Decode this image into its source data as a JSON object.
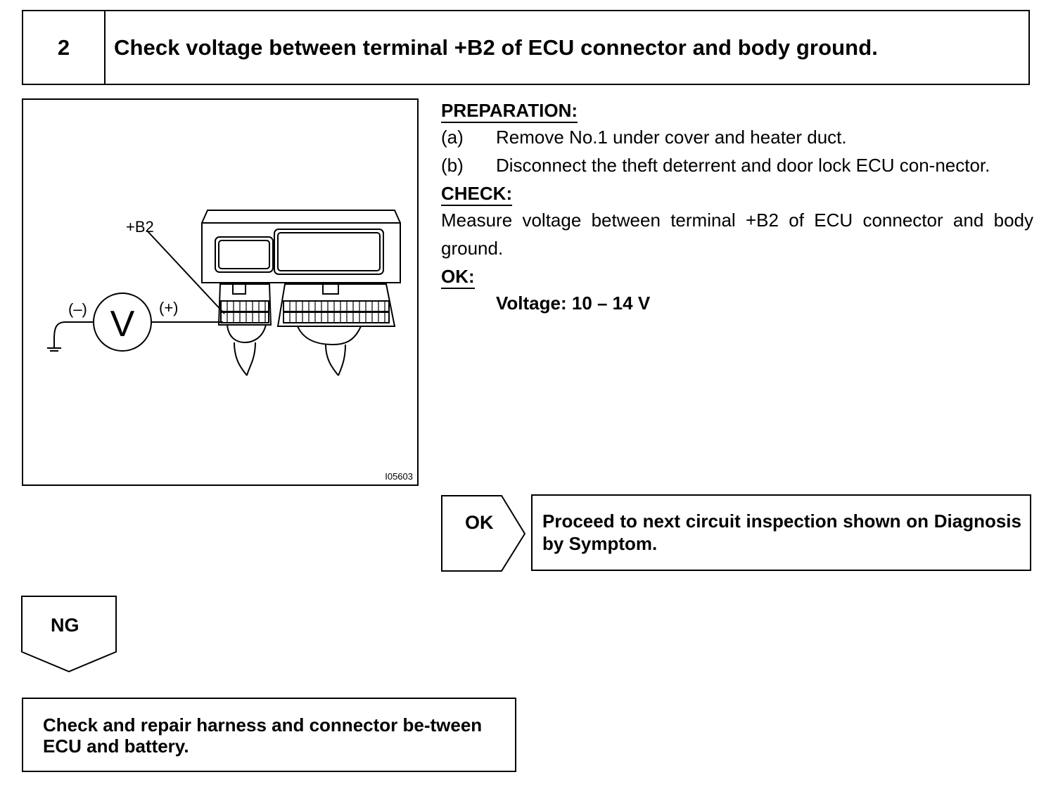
{
  "step": {
    "number": "2",
    "title": "Check voltage between terminal +B2 of ECU connector and body ground."
  },
  "figure": {
    "terminal_label": "+B2",
    "negative_label": "(–)",
    "positive_label": "(+)",
    "meter_symbol": "V",
    "figure_id": "I05603"
  },
  "preparation": {
    "heading": "PREPARATION:",
    "items": [
      {
        "label": "(a)",
        "text": "Remove No.1 under cover and heater duct."
      },
      {
        "label": "(b)",
        "text": "Disconnect the theft deterrent and door lock ECU con-nector."
      }
    ]
  },
  "check": {
    "heading": "CHECK:",
    "text": "Measure voltage between terminal +B2 of ECU connector and body ground."
  },
  "ok": {
    "heading": "OK:",
    "value": "Voltage: 10 – 14 V"
  },
  "ok_branch": {
    "label": "OK",
    "result": "Proceed to next circuit inspection shown on Diagnosis by Symptom."
  },
  "ng_branch": {
    "label": "NG",
    "result": "Check and repair harness and connector be-tween ECU and battery."
  }
}
